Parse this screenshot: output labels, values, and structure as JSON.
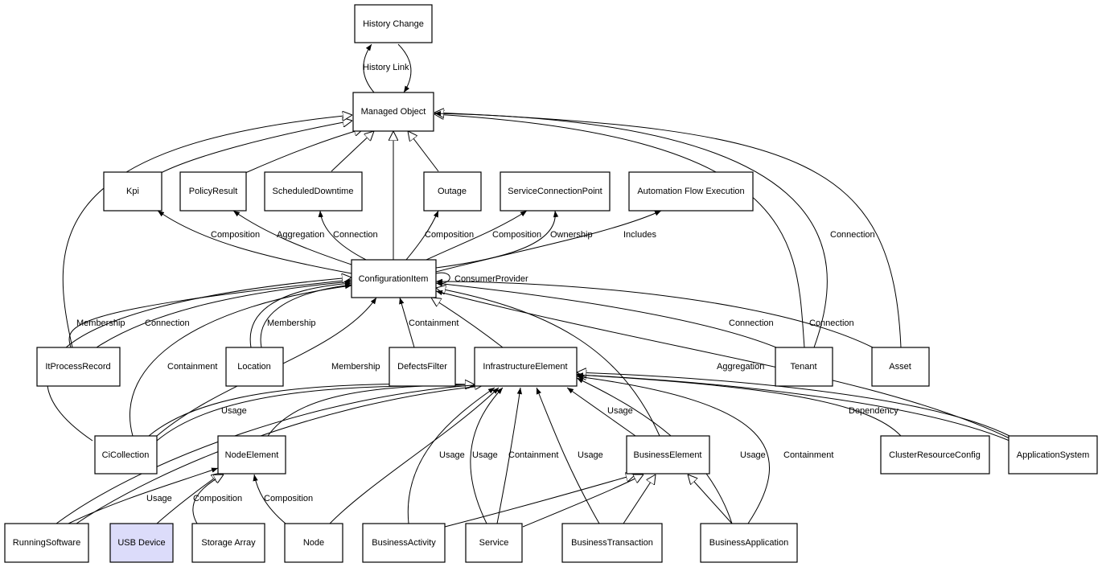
{
  "colors": {
    "node_fill": "#ffffff",
    "highlight_fill": "#dcdcfa",
    "stroke": "#000000"
  },
  "nodes": {
    "history_change": "History Change",
    "managed_object": "Managed Object",
    "kpi": "Kpi",
    "policy_result": "PolicyResult",
    "scheduled_downtime": "ScheduledDowntime",
    "outage": "Outage",
    "service_connection_point": "ServiceConnectionPoint",
    "automation_flow_execution": "Automation Flow Execution",
    "configuration_item": "ConfigurationItem",
    "it_process_record": "ItProcessRecord",
    "location": "Location",
    "defects_filter": "DefectsFilter",
    "infrastructure_element": "InfrastructureElement",
    "tenant": "Tenant",
    "asset": "Asset",
    "ci_collection": "CiCollection",
    "node_element": "NodeElement",
    "business_element": "BusinessElement",
    "cluster_resource_config": "ClusterResourceConfig",
    "application_system": "ApplicationSystem",
    "running_software": "RunningSoftware",
    "usb_device": "USB Device",
    "storage_array": "Storage Array",
    "node": "Node",
    "business_activity": "BusinessActivity",
    "service": "Service",
    "business_transaction": "BusinessTransaction",
    "business_application": "BusinessApplication"
  },
  "highlighted_node": "usb_device",
  "edge_labels": {
    "history_link": "History Link",
    "kpi_composition": "Composition",
    "policy_aggregation": "Aggregation",
    "downtime_connection": "Connection",
    "outage_composition": "Composition",
    "scp_composition": "Composition",
    "scp_ownership": "Ownership",
    "afe_includes": "Includes",
    "mo_tenant_connection": "Connection",
    "consumer_provider": "ConsumerProvider",
    "itpr_membership": "Membership",
    "itpr_connection": "Connection",
    "location_membership": "Membership",
    "defects_containment": "Containment",
    "tenant_connection": "Connection",
    "asset_connection": "Connection",
    "cicol_containment": "Containment",
    "cicol_membership": "Membership",
    "ba_aggregation": "Aggregation",
    "cicol_usage": "Usage",
    "be_usage": "Usage",
    "crc_dependency": "Dependency",
    "activity_usage": "Usage",
    "service_usage": "Usage",
    "service_containment": "Containment",
    "transaction_usage": "Usage",
    "app_usage": "Usage",
    "app_containment": "Containment",
    "rs_usage": "Usage",
    "sa_composition": "Composition",
    "node_composition": "Composition"
  }
}
